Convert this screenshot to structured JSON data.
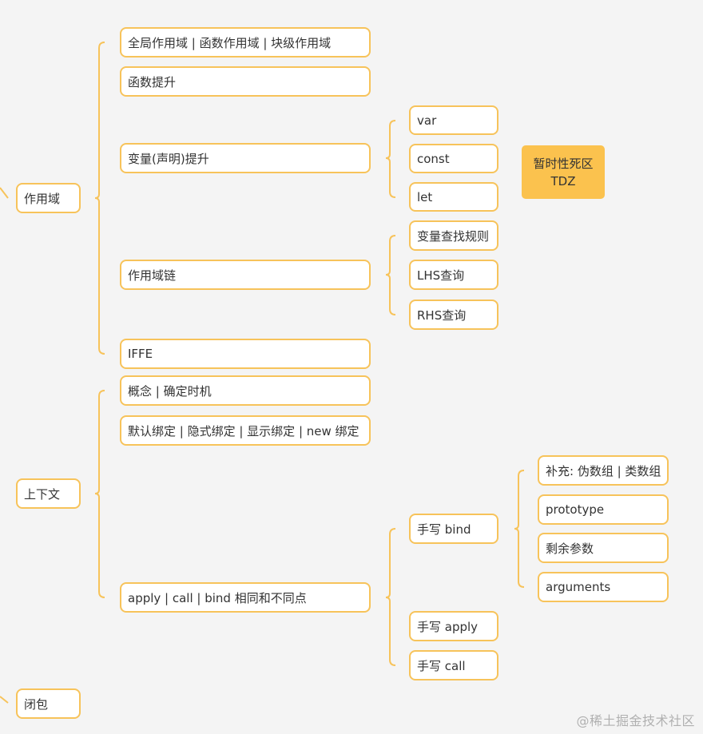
{
  "mindmap": {
    "scope": {
      "label": "作用域",
      "types": "全局作用域 | 函数作用域 | 块级作用域",
      "function_hoisting": "函数提升",
      "variable_hoisting": {
        "label": "变量(声明)提升",
        "var": "var",
        "const": "const",
        "let": "let",
        "tdz": [
          "暂时性死区",
          "TDZ"
        ]
      },
      "scope_chain": {
        "label": "作用域链",
        "lookup_rules": "变量查找规则",
        "lhs": "LHS查询",
        "rhs": "RHS查询"
      },
      "iife": "IFFE"
    },
    "context": {
      "label": "上下文",
      "concept": "概念 | 确定时机",
      "bindings": "默认绑定 | 隐式绑定 | 显示绑定 | new 绑定",
      "apply_call_bind": {
        "label": "apply | call | bind 相同和不同点",
        "handwrite_bind": {
          "label": "手写 bind",
          "supplement": "补充: 伪数组 | 类数组",
          "prototype": "prototype",
          "rest_params": "剩余参数",
          "arguments": "arguments"
        },
        "handwrite_apply": "手写 apply",
        "handwrite_call": "手写 call"
      }
    },
    "closure": {
      "label": "闭包"
    }
  },
  "watermark": "@稀土掘金技术社区",
  "colors": {
    "line": "#f7c35a",
    "highlight": "#fbc24e",
    "background": "#f4f4f4"
  }
}
